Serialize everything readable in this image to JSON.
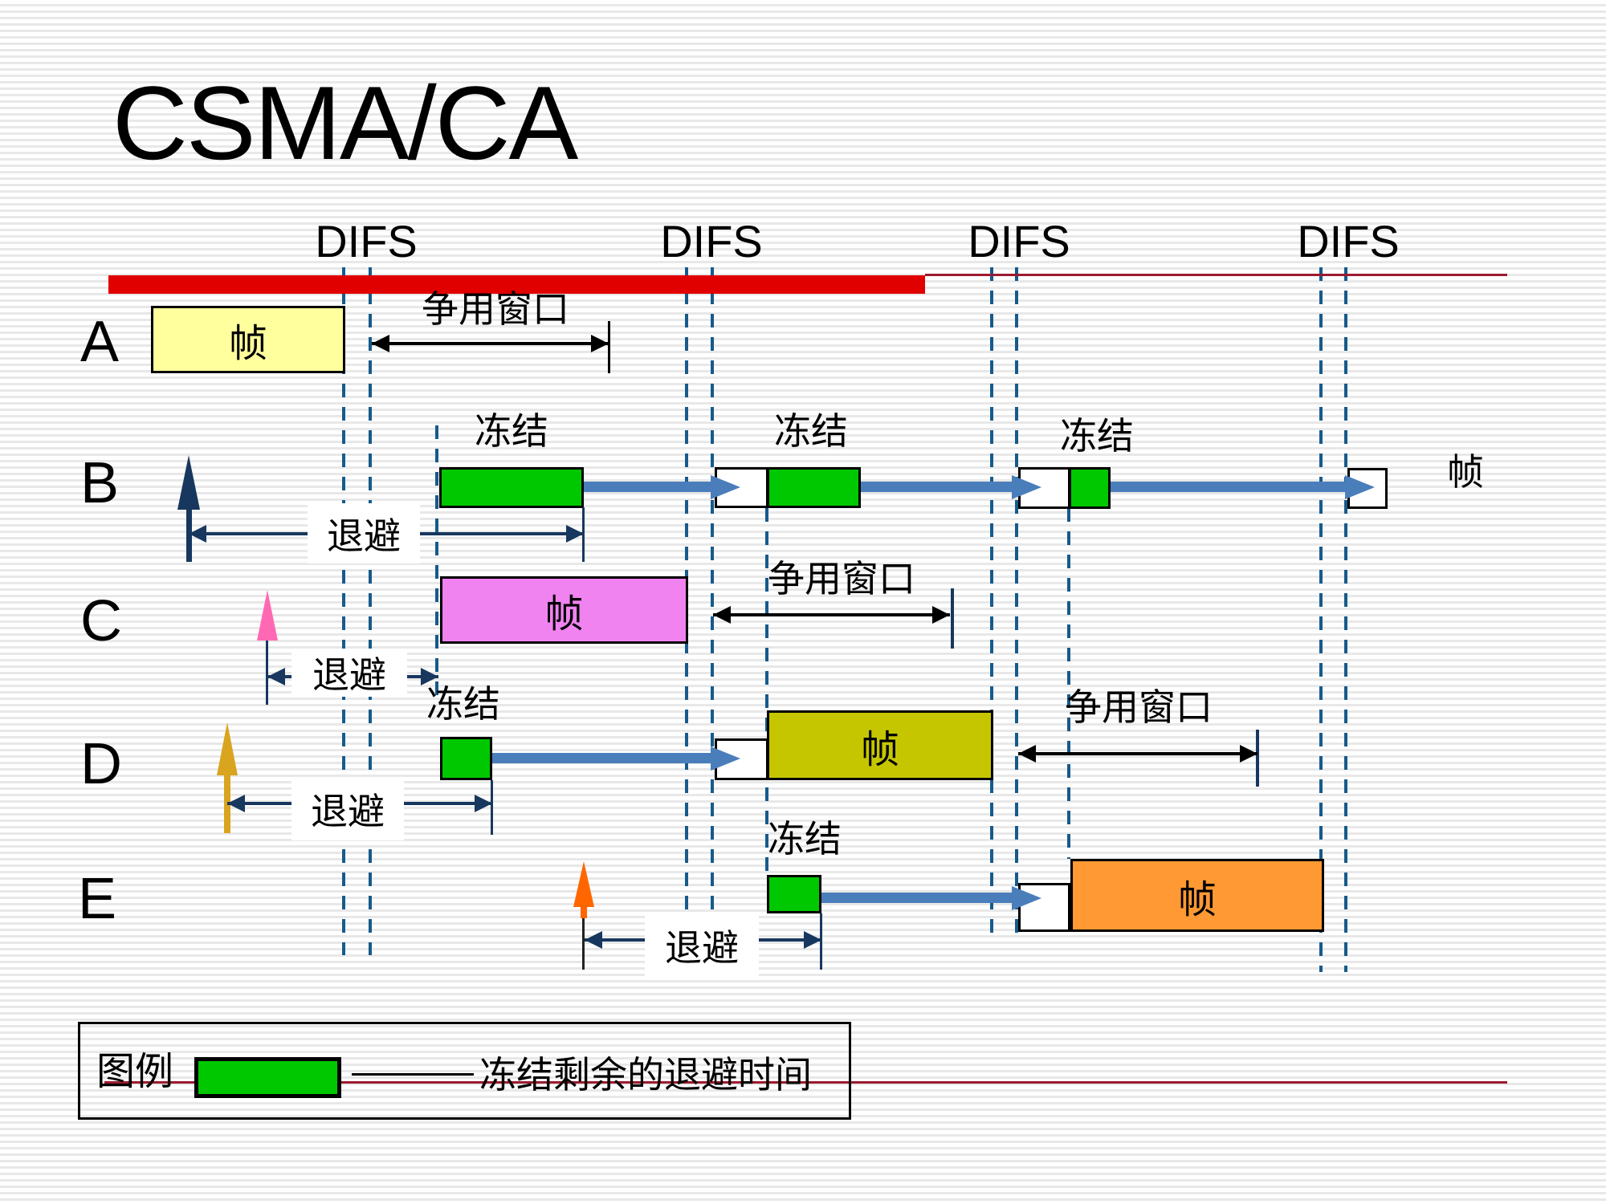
{
  "slide": {
    "title": "CSMA/CA"
  },
  "labels": {
    "difs": "DIFS",
    "frame": "帧",
    "freeze": "冻结",
    "backoff": "退避",
    "contention_window": "争用窗口"
  },
  "rows": [
    {
      "label": "A"
    },
    {
      "label": "B"
    },
    {
      "label": "C"
    },
    {
      "label": "D"
    },
    {
      "label": "E"
    }
  ],
  "legend": {
    "title": "图例",
    "desc": "冻结剩余的退避时间"
  },
  "colors": {
    "channel_busy_bar": "#E10000",
    "thin_red_line": "#9B1B30",
    "frame_a_fill": "#FFFF9E",
    "frame_c_fill": "#F083F0",
    "frame_d_fill": "#C6C600",
    "frame_e_fill": "#FF9933",
    "freeze_green": "#00C800",
    "carry_arrow": "#4A7EBB",
    "measure_navy": "#17375E",
    "dashed_guide": "#175A8C",
    "arrival_b": "#17375E",
    "arrival_c": "#FF69B4",
    "arrival_d": "#D9A41E",
    "arrival_e": "#FF6600"
  }
}
